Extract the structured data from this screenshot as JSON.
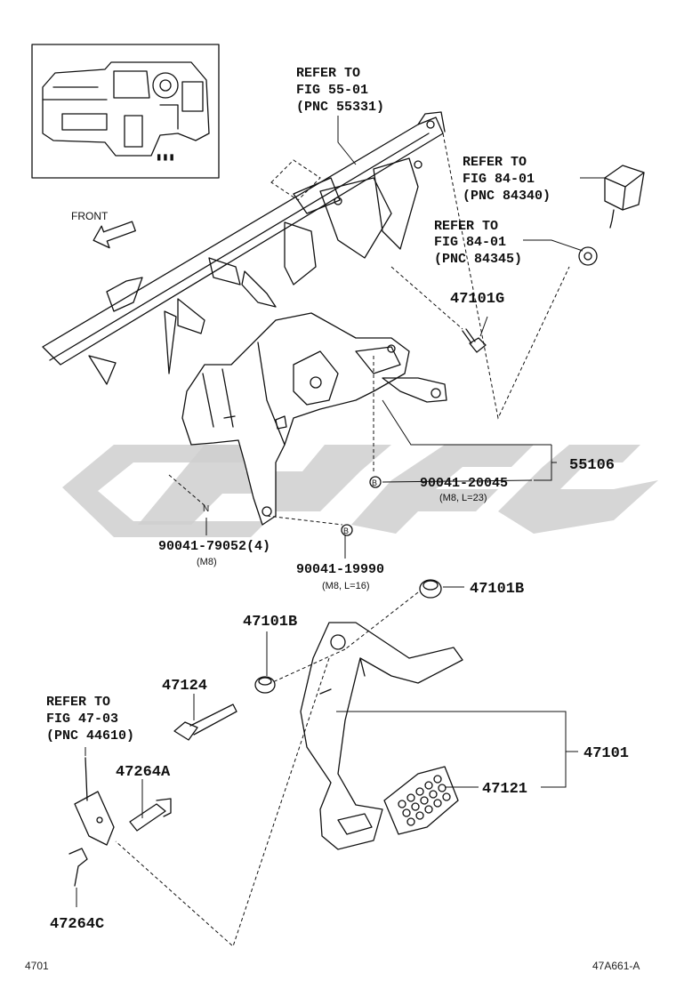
{
  "diagram": {
    "refs": [
      {
        "id": "ref-55331",
        "lines": [
          "REFER TO",
          "FIG 55-01",
          "(PNC 55331)"
        ]
      },
      {
        "id": "ref-84340",
        "lines": [
          "REFER TO",
          "FIG 84-01",
          "(PNC 84340)"
        ]
      },
      {
        "id": "ref-84345",
        "lines": [
          "REFER TO",
          "FIG 84-01",
          "(PNC 84345)"
        ]
      },
      {
        "id": "ref-44610",
        "lines": [
          "REFER TO",
          "FIG 47-03",
          "(PNC 44610)"
        ]
      }
    ],
    "front_label": "FRONT",
    "inset_marks": "▮▮▮",
    "parts": {
      "p47101G": "47101G",
      "p55106": "55106",
      "p90041_20045": "90041-20045",
      "p90041_20045_spec": "(M8, L=23)",
      "p90041_79052": "90041-79052(4)",
      "p90041_79052_spec": "(M8)",
      "p90041_19990": "90041-19990",
      "p90041_19990_spec": "(M8, L=16)",
      "p47101B_a": "47101B",
      "p47101B_b": "47101B",
      "p47124": "47124",
      "p47264A": "47264A",
      "p47264C": "47264C",
      "p47101": "47101",
      "p47121": "47121"
    },
    "markers": {
      "b1": "B",
      "b2": "B",
      "n1": "N"
    },
    "footer": {
      "left": "4701",
      "right": "47A661-A"
    }
  }
}
